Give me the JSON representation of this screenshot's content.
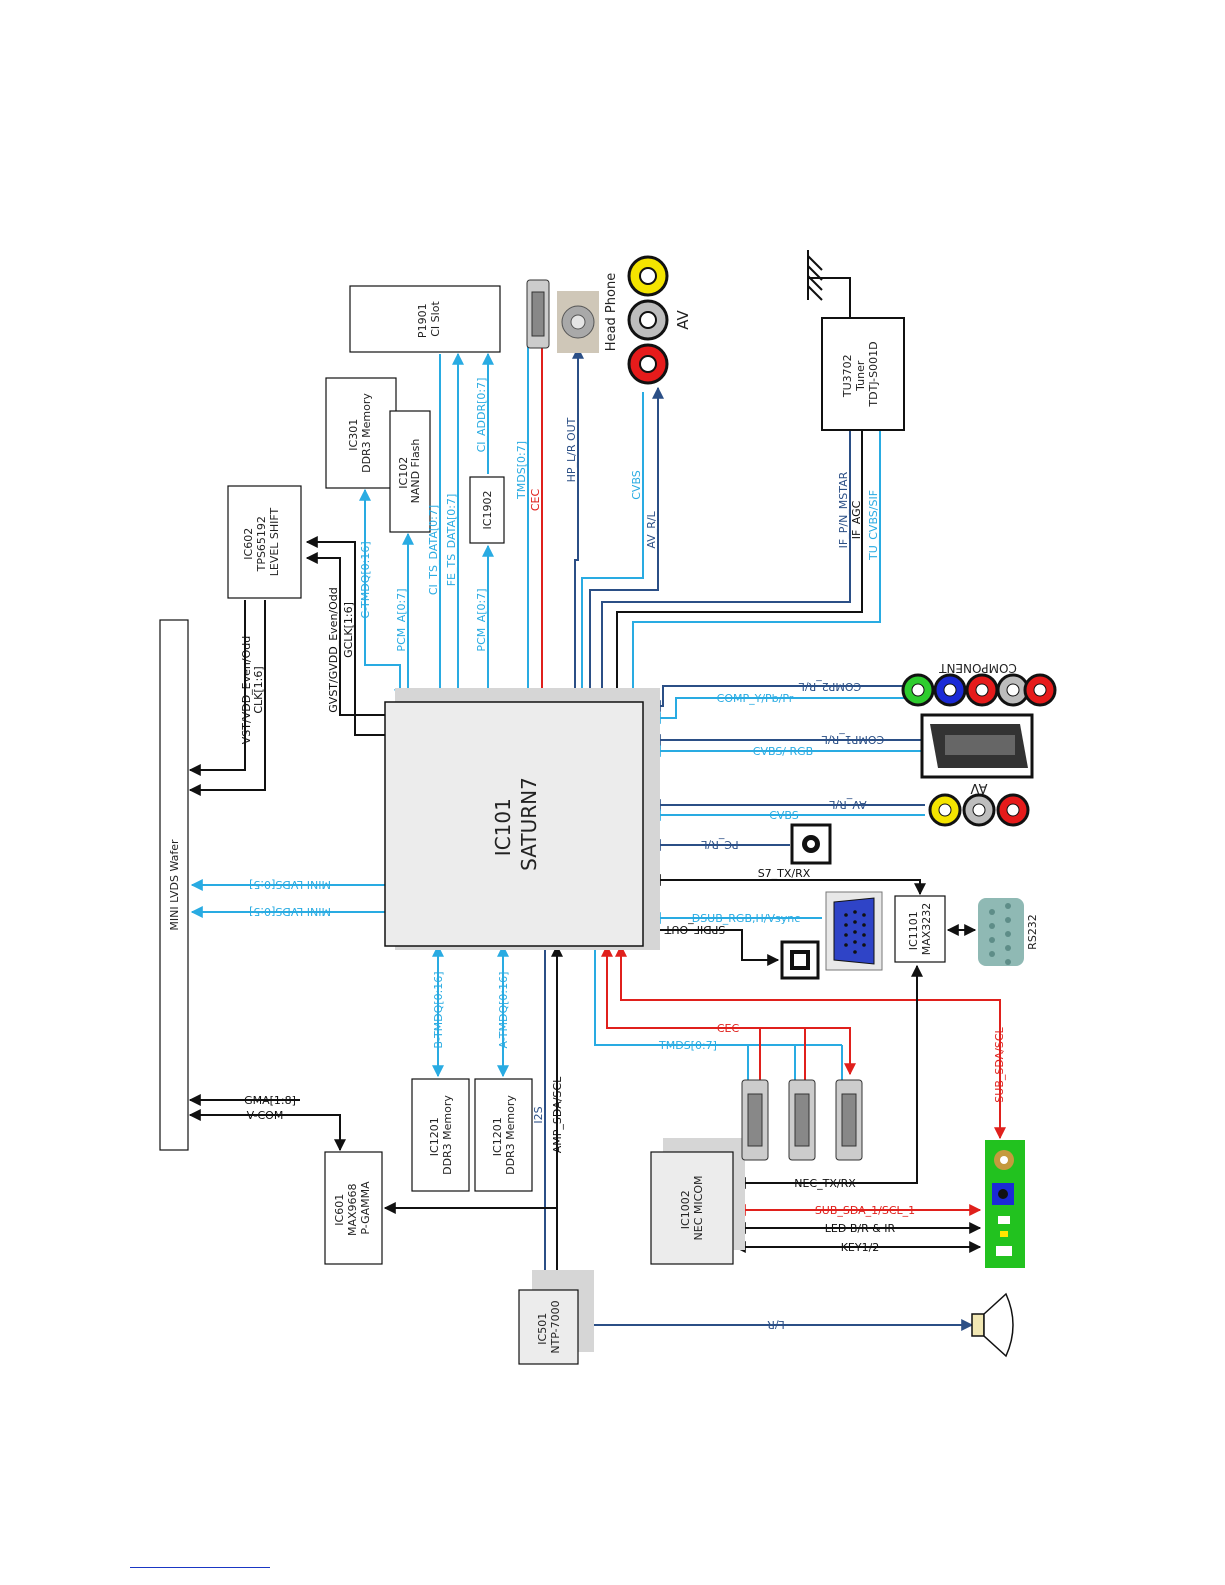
{
  "colors": {
    "black": "#111111",
    "cyan": "#29abe2",
    "navy": "#2b4f86",
    "red": "#e0201c",
    "chip_fill": "#ececec",
    "shadow": "#d6d6d6",
    "green_board": "#22c21f"
  },
  "icons": [
    "antenna-icon",
    "rca-jack-icon",
    "hdmi-port-icon",
    "headphone-jack-icon",
    "scart-port-icon",
    "vga-port-icon",
    "rs232-port-icon",
    "optical-port-icon",
    "pc-audio-jack-icon",
    "speaker-icon",
    "led-board-icon"
  ],
  "blocks": {
    "ic101": [
      "IC101",
      "SATURN7"
    ],
    "mini_lvds": [
      "MINI LVDS Wafer"
    ],
    "ic602": [
      "IC602",
      "TPS65192",
      "LEVEL SHIFT"
    ],
    "ic301": [
      "IC301",
      "DDR3 Memory"
    ],
    "ic102": [
      "IC102",
      "NAND Flash"
    ],
    "ic1902": [
      "IC1902"
    ],
    "p1901": [
      "P1901",
      "CI Slot"
    ],
    "tu3702": [
      "TU3702",
      "Tuner",
      "TDTJ-S001D"
    ],
    "ic1201_b": [
      "IC1201",
      "DDR3 Memory"
    ],
    "ic1201_a": [
      "IC1201",
      "DDR3 Memory"
    ],
    "ic601": [
      "IC601",
      "MAX9668",
      "P-GAMMA"
    ],
    "ic501": [
      "IC501",
      "NTP-7000"
    ],
    "ic1002": [
      "IC1002",
      "NEC MICOM"
    ],
    "ic1101": [
      "IC1101",
      "MAX3232"
    ]
  },
  "connectors": {
    "headphone": "Head Phone",
    "av_top": "AV",
    "component": "COMPONENT",
    "av_side": "AV",
    "rs232": "RS232"
  },
  "signals": {
    "vst": "VST/VDD_Even/Odd",
    "clk16": "CLK[1:6]",
    "gvst": "GVST/GVDD_Even/Odd",
    "gclk": "GCLK[1:6]",
    "c_tmdq": "C-TMDQ[0:16]",
    "pcm_a_top": "PCM_A[0:7]",
    "ci_ts": "CI_TS_DATA[0:7]",
    "fe_ts": "FE_TS_DATA[0:7]",
    "pcm_a": "PCM_A[0:7]",
    "ci_addr": "CI_ADDR[0:7]",
    "tmds_top": "TMDS[0:7]",
    "cec_top": "CEC",
    "hp_out": "HP_L/R OUT",
    "cvbs_top": "CVBS",
    "av_rl_top": "AV_R/L",
    "if_pn": "IF_P/N_MSTAR",
    "if_agc": "IF_AGC",
    "tu_cvbs": "TU_CVBS/SIF",
    "comp2": "COMP2_R/L",
    "comp_y": "COMP_Y/Pb/Pr",
    "comp1": "COMP1_R/L",
    "cvbs_rgb": "CVBS/ RGB",
    "av_rl": "AV_R/L",
    "cvbs_side": "CVBS",
    "pc_rl": "PC_R/L",
    "s7": "S7_TX/RX",
    "dsub": "DSUB_RGB,H/Vsync",
    "spdif": "SPDIF_OUT",
    "lvds1": "MINI LVDS[0:5]",
    "lvds2": "MINI LVDS[0:5]",
    "b_tmdq": "B-TMDQ[0:16]",
    "a_tmdq": "A-TMDQ[0:16]",
    "i2s": "I2S",
    "amp": "AMP_SDA/SCL",
    "cec_bot": "CEC",
    "tmds_bot": "TMDS[0:7]",
    "sub_sda": "SUB_SDA/SCL",
    "gma": "GMA[1:8]",
    "vcom": "V-COM",
    "nec_tx": "NEC_TX/RX",
    "sub_sda1": "SUB_SDA_1/SCL_1",
    "led": "LED B/R & IR",
    "key": "KEY1/2",
    "lr": "L/R"
  }
}
